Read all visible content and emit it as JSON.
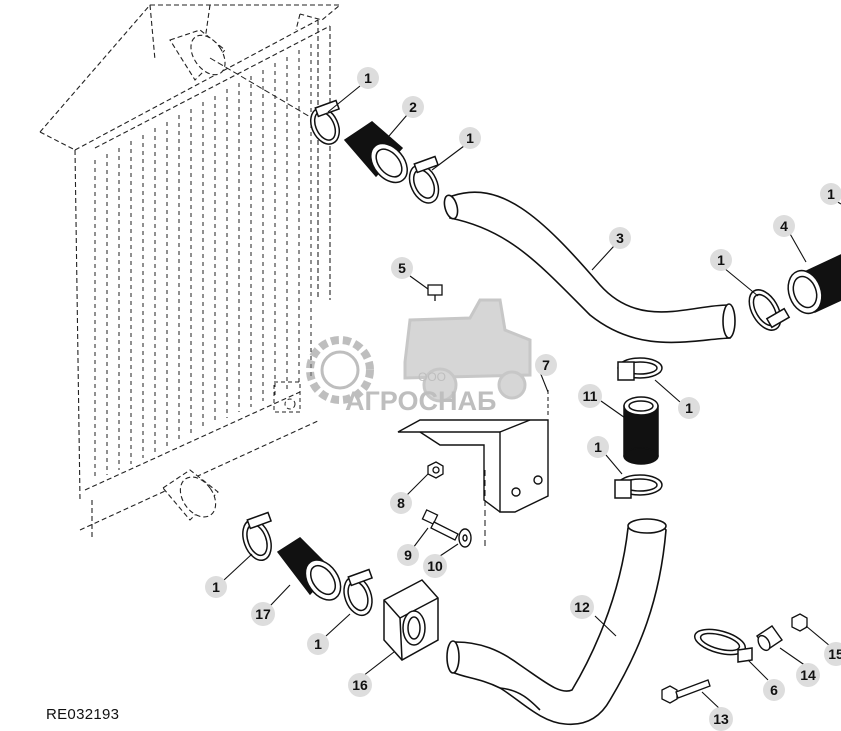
{
  "figure": {
    "reference_code": "RE032193"
  },
  "watermark": {
    "company_prefix": "ООО",
    "brand": "АГРОСНАБ",
    "logo_icon": "gear-and-tractor-icon",
    "color": "#8a8a8a"
  },
  "callouts": [
    {
      "id": "c-1a",
      "label": "1"
    },
    {
      "id": "c-2",
      "label": "2"
    },
    {
      "id": "c-1b",
      "label": "1"
    },
    {
      "id": "c-3",
      "label": "3"
    },
    {
      "id": "c-1c",
      "label": "1"
    },
    {
      "id": "c-4",
      "label": "4"
    },
    {
      "id": "c-1d",
      "label": "1"
    },
    {
      "id": "c-5",
      "label": "5"
    },
    {
      "id": "c-7",
      "label": "7"
    },
    {
      "id": "c-11",
      "label": "11"
    },
    {
      "id": "c-1e",
      "label": "1"
    },
    {
      "id": "c-1f",
      "label": "1"
    },
    {
      "id": "c-8",
      "label": "8"
    },
    {
      "id": "c-9",
      "label": "9"
    },
    {
      "id": "c-10",
      "label": "10"
    },
    {
      "id": "c-1g",
      "label": "1"
    },
    {
      "id": "c-17",
      "label": "17"
    },
    {
      "id": "c-1h",
      "label": "1"
    },
    {
      "id": "c-16",
      "label": "16"
    },
    {
      "id": "c-12",
      "label": "12"
    },
    {
      "id": "c-13",
      "label": "13"
    },
    {
      "id": "c-6",
      "label": "6"
    },
    {
      "id": "c-14",
      "label": "14"
    },
    {
      "id": "c-15",
      "label": "15"
    }
  ]
}
